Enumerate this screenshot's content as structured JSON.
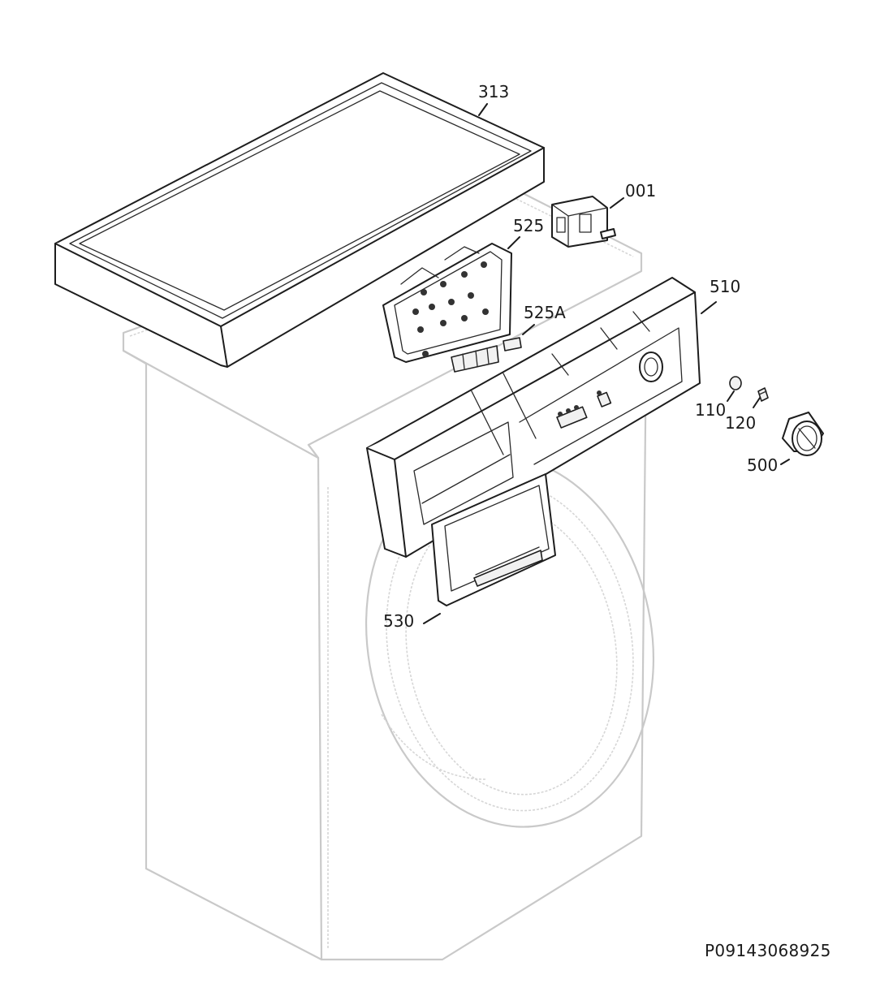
{
  "diagram": {
    "callouts": [
      {
        "id": "c313",
        "label": "313"
      },
      {
        "id": "c001",
        "label": "001"
      },
      {
        "id": "c525",
        "label": "525"
      },
      {
        "id": "c525a",
        "label": "525A"
      },
      {
        "id": "c510",
        "label": "510"
      },
      {
        "id": "c110",
        "label": "110"
      },
      {
        "id": "c120",
        "label": "120"
      },
      {
        "id": "c500",
        "label": "500"
      },
      {
        "id": "c530",
        "label": "530"
      }
    ],
    "reference_code": "P09143068925"
  }
}
